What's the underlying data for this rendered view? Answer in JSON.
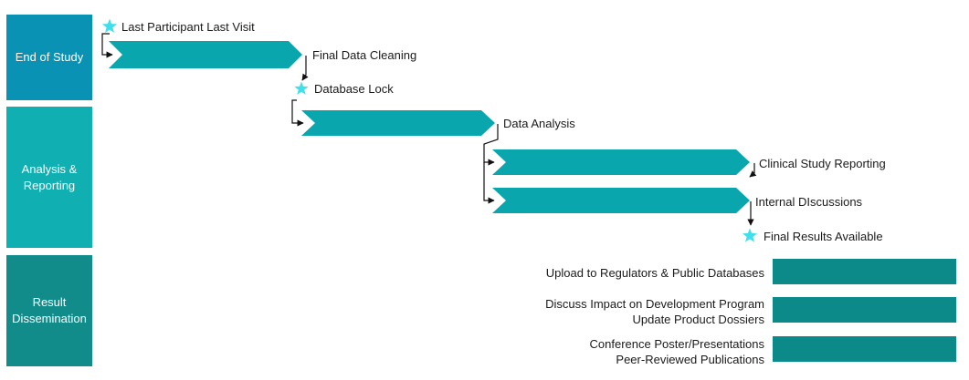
{
  "colors": {
    "end_of_study": "#0A92B4",
    "analysis": "#0FAFB2",
    "dissemination": "#128C8A",
    "bar": "#09A7AD",
    "dissemination_box": "#0C8A8A",
    "milestone": "#3FE0EC",
    "connector": "#111111"
  },
  "phases": [
    {
      "lines": [
        "End of Study"
      ]
    },
    {
      "lines": [
        "Analysis &",
        "Reporting"
      ]
    },
    {
      "lines": [
        "Result",
        "Dissemination"
      ]
    }
  ],
  "milestones": [
    {
      "label": "Last Participant Last Visit",
      "icon": "star-icon"
    },
    {
      "label": "Database Lock",
      "icon": "star-icon"
    },
    {
      "label": "Final Results Available",
      "icon": "star-icon"
    }
  ],
  "tasks": [
    {
      "label": "Final Data Cleaning"
    },
    {
      "label": "Data Analysis"
    },
    {
      "label": "Clinical Study Reporting"
    },
    {
      "label": "Internal DIscussions"
    }
  ],
  "dissemination": [
    {
      "lines": [
        "Upload to Regulators & Public Databases"
      ]
    },
    {
      "lines": [
        "Discuss Impact on Development Program",
        "Update Product Dossiers"
      ]
    },
    {
      "lines": [
        "Conference Poster/Presentations",
        "Peer-Reviewed Publications"
      ]
    }
  ]
}
